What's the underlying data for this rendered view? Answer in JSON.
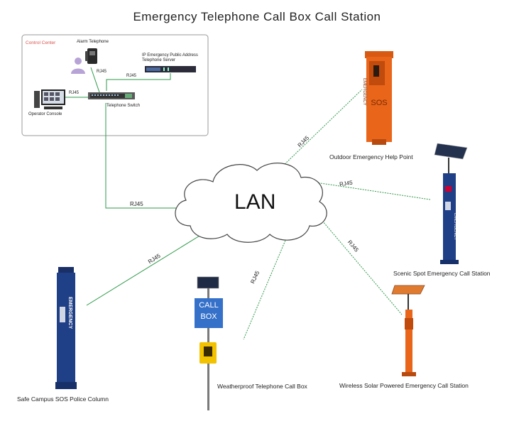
{
  "title": "Emergency Telephone Call Box Call Station",
  "control_center": {
    "label": "Control Center",
    "alarm_telephone": "Alarm Telephone",
    "ip_server_line1": "IP Emergency Public Address",
    "ip_server_line2": "Telephone Server",
    "operator_console": "Operator Console",
    "telephone_switch": "Telephone Switch",
    "rj45_a": "RJ45",
    "rj45_b": "RJ45",
    "rj45_c": "RJ45"
  },
  "lan": {
    "label": "LAN"
  },
  "links": {
    "control_center": "RJ45",
    "outdoor": "RJ45",
    "scenic": "RJ45",
    "wireless": "RJ45",
    "weatherproof": "RJ45",
    "campus": "RJ45"
  },
  "devices": {
    "outdoor": "Outdoor Emergency Help Point",
    "scenic": "Scenic Spot Emergency Call Station",
    "wireless": "Wireless Solar Powered Emergency Call Station",
    "weatherproof": "Weatherproof Telephone Call Box",
    "campus": "Safe Campus SOS Police Column"
  },
  "device_text": {
    "sos": "SOS",
    "emergency": "EMERGENCY",
    "call": "CALL",
    "box": "BOX"
  },
  "colors": {
    "link_line": "#2e9a4a",
    "orange": "#e8651a",
    "blue_column": "#1f3f86",
    "call_box_sign": "#3570c9",
    "yellow_phone": "#f2c200"
  }
}
